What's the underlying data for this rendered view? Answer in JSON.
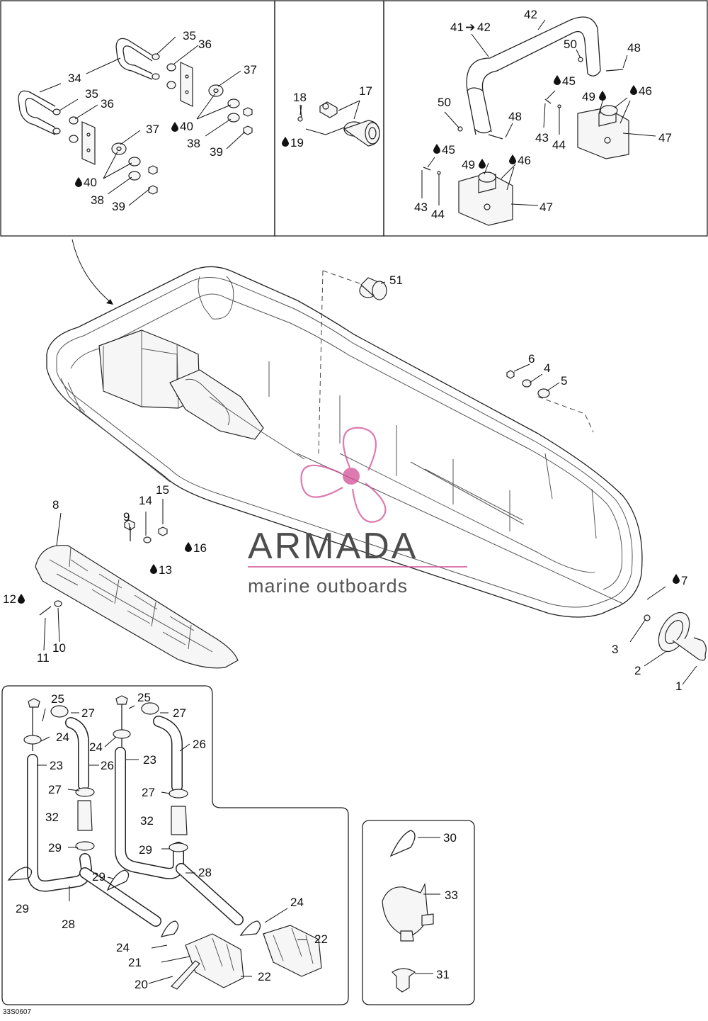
{
  "diagram_code": "33S0607",
  "watermark": {
    "brand": "ARMADA",
    "tagline": "marine outboards",
    "color": "#d24e95"
  },
  "labels": [
    {
      "id": "p34a",
      "text": "34"
    },
    {
      "id": "p35a",
      "text": "35"
    },
    {
      "id": "p36a",
      "text": "36"
    },
    {
      "id": "p37a",
      "text": "37"
    },
    {
      "id": "p40a",
      "text": "40"
    },
    {
      "id": "p38a",
      "text": "38"
    },
    {
      "id": "p39a",
      "text": "39"
    },
    {
      "id": "p35b",
      "text": "35"
    },
    {
      "id": "p36b",
      "text": "36"
    },
    {
      "id": "p37b",
      "text": "37"
    },
    {
      "id": "p40b",
      "text": "40"
    },
    {
      "id": "p38b",
      "text": "38"
    },
    {
      "id": "p39b",
      "text": "39"
    },
    {
      "id": "p18",
      "text": "18"
    },
    {
      "id": "p17",
      "text": "17"
    },
    {
      "id": "p19",
      "text": "19"
    },
    {
      "id": "p41",
      "text": "41"
    },
    {
      "id": "p42top",
      "text": "42"
    },
    {
      "id": "p42",
      "text": "42"
    },
    {
      "id": "p50a",
      "text": "50"
    },
    {
      "id": "p48a",
      "text": "48"
    },
    {
      "id": "p45a",
      "text": "45"
    },
    {
      "id": "p49a",
      "text": "49"
    },
    {
      "id": "p46a",
      "text": "46"
    },
    {
      "id": "p43a",
      "text": "43"
    },
    {
      "id": "p44a",
      "text": "44"
    },
    {
      "id": "p47a",
      "text": "47"
    },
    {
      "id": "p50b",
      "text": "50"
    },
    {
      "id": "p48b",
      "text": "48"
    },
    {
      "id": "p45b",
      "text": "45"
    },
    {
      "id": "p49b",
      "text": "49"
    },
    {
      "id": "p46b",
      "text": "46"
    },
    {
      "id": "p43b",
      "text": "43"
    },
    {
      "id": "p44b",
      "text": "44"
    },
    {
      "id": "p47b",
      "text": "47"
    },
    {
      "id": "p51",
      "text": "51"
    },
    {
      "id": "p6",
      "text": "6"
    },
    {
      "id": "p4",
      "text": "4"
    },
    {
      "id": "p5",
      "text": "5"
    },
    {
      "id": "p8",
      "text": "8"
    },
    {
      "id": "p9",
      "text": "9"
    },
    {
      "id": "p14",
      "text": "14"
    },
    {
      "id": "p15",
      "text": "15"
    },
    {
      "id": "p16",
      "text": "16"
    },
    {
      "id": "p13",
      "text": "13"
    },
    {
      "id": "p12",
      "text": "12"
    },
    {
      "id": "p11",
      "text": "11"
    },
    {
      "id": "p10",
      "text": "10"
    },
    {
      "id": "p7",
      "text": "7"
    },
    {
      "id": "p3",
      "text": "3"
    },
    {
      "id": "p2",
      "text": "2"
    },
    {
      "id": "p1",
      "text": "1"
    },
    {
      "id": "p25a",
      "text": "25"
    },
    {
      "id": "p27a",
      "text": "27"
    },
    {
      "id": "p24a",
      "text": "24"
    },
    {
      "id": "p23a",
      "text": "23"
    },
    {
      "id": "p26a",
      "text": "26"
    },
    {
      "id": "p27c",
      "text": "27"
    },
    {
      "id": "p32a",
      "text": "32"
    },
    {
      "id": "p29a",
      "text": "29"
    },
    {
      "id": "p29c",
      "text": "29"
    },
    {
      "id": "p28a",
      "text": "28"
    },
    {
      "id": "p25b",
      "text": "25"
    },
    {
      "id": "p27b",
      "text": "27"
    },
    {
      "id": "p24b",
      "text": "24"
    },
    {
      "id": "p26b",
      "text": "26"
    },
    {
      "id": "p23b",
      "text": "23"
    },
    {
      "id": "p27d",
      "text": "27"
    },
    {
      "id": "p32b",
      "text": "32"
    },
    {
      "id": "p29b",
      "text": "29"
    },
    {
      "id": "p29d",
      "text": "29"
    },
    {
      "id": "p28b",
      "text": "28"
    },
    {
      "id": "p24c",
      "text": "24"
    },
    {
      "id": "p22a",
      "text": "22"
    },
    {
      "id": "p24d",
      "text": "24"
    },
    {
      "id": "p21",
      "text": "21"
    },
    {
      "id": "p20",
      "text": "20"
    },
    {
      "id": "p22b",
      "text": "22"
    },
    {
      "id": "p30",
      "text": "30"
    },
    {
      "id": "p33",
      "text": "33"
    },
    {
      "id": "p31",
      "text": "31"
    }
  ]
}
